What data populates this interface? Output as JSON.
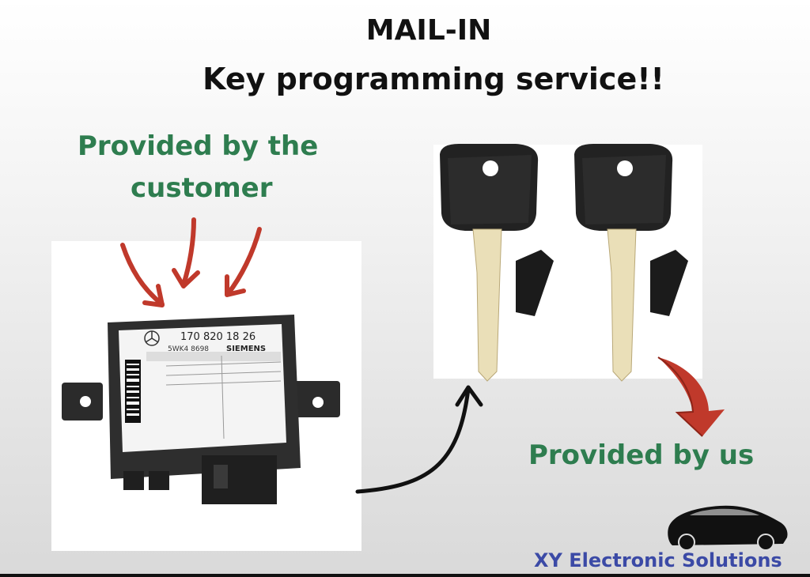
{
  "heading": {
    "line1": "MAIL-IN",
    "line2": "Key programming service!!"
  },
  "customer_label": {
    "line1": "Provided by the",
    "line2": "customer"
  },
  "us_label": "Provided by us",
  "module_label": {
    "part_number": "170 820 18 26",
    "code": "5WK4 8698",
    "brand": "SIEMENS"
  },
  "brand_name": "XY Electronic Solutions",
  "colors": {
    "green_text": "#2e7d4f",
    "arrow_red": "#c0392b",
    "brand_blue": "#3b4aa6"
  },
  "icons": [
    "curved-red-arrow-icon",
    "curved-black-arrow-icon",
    "car-logo-icon",
    "mercedes-star-icon"
  ]
}
